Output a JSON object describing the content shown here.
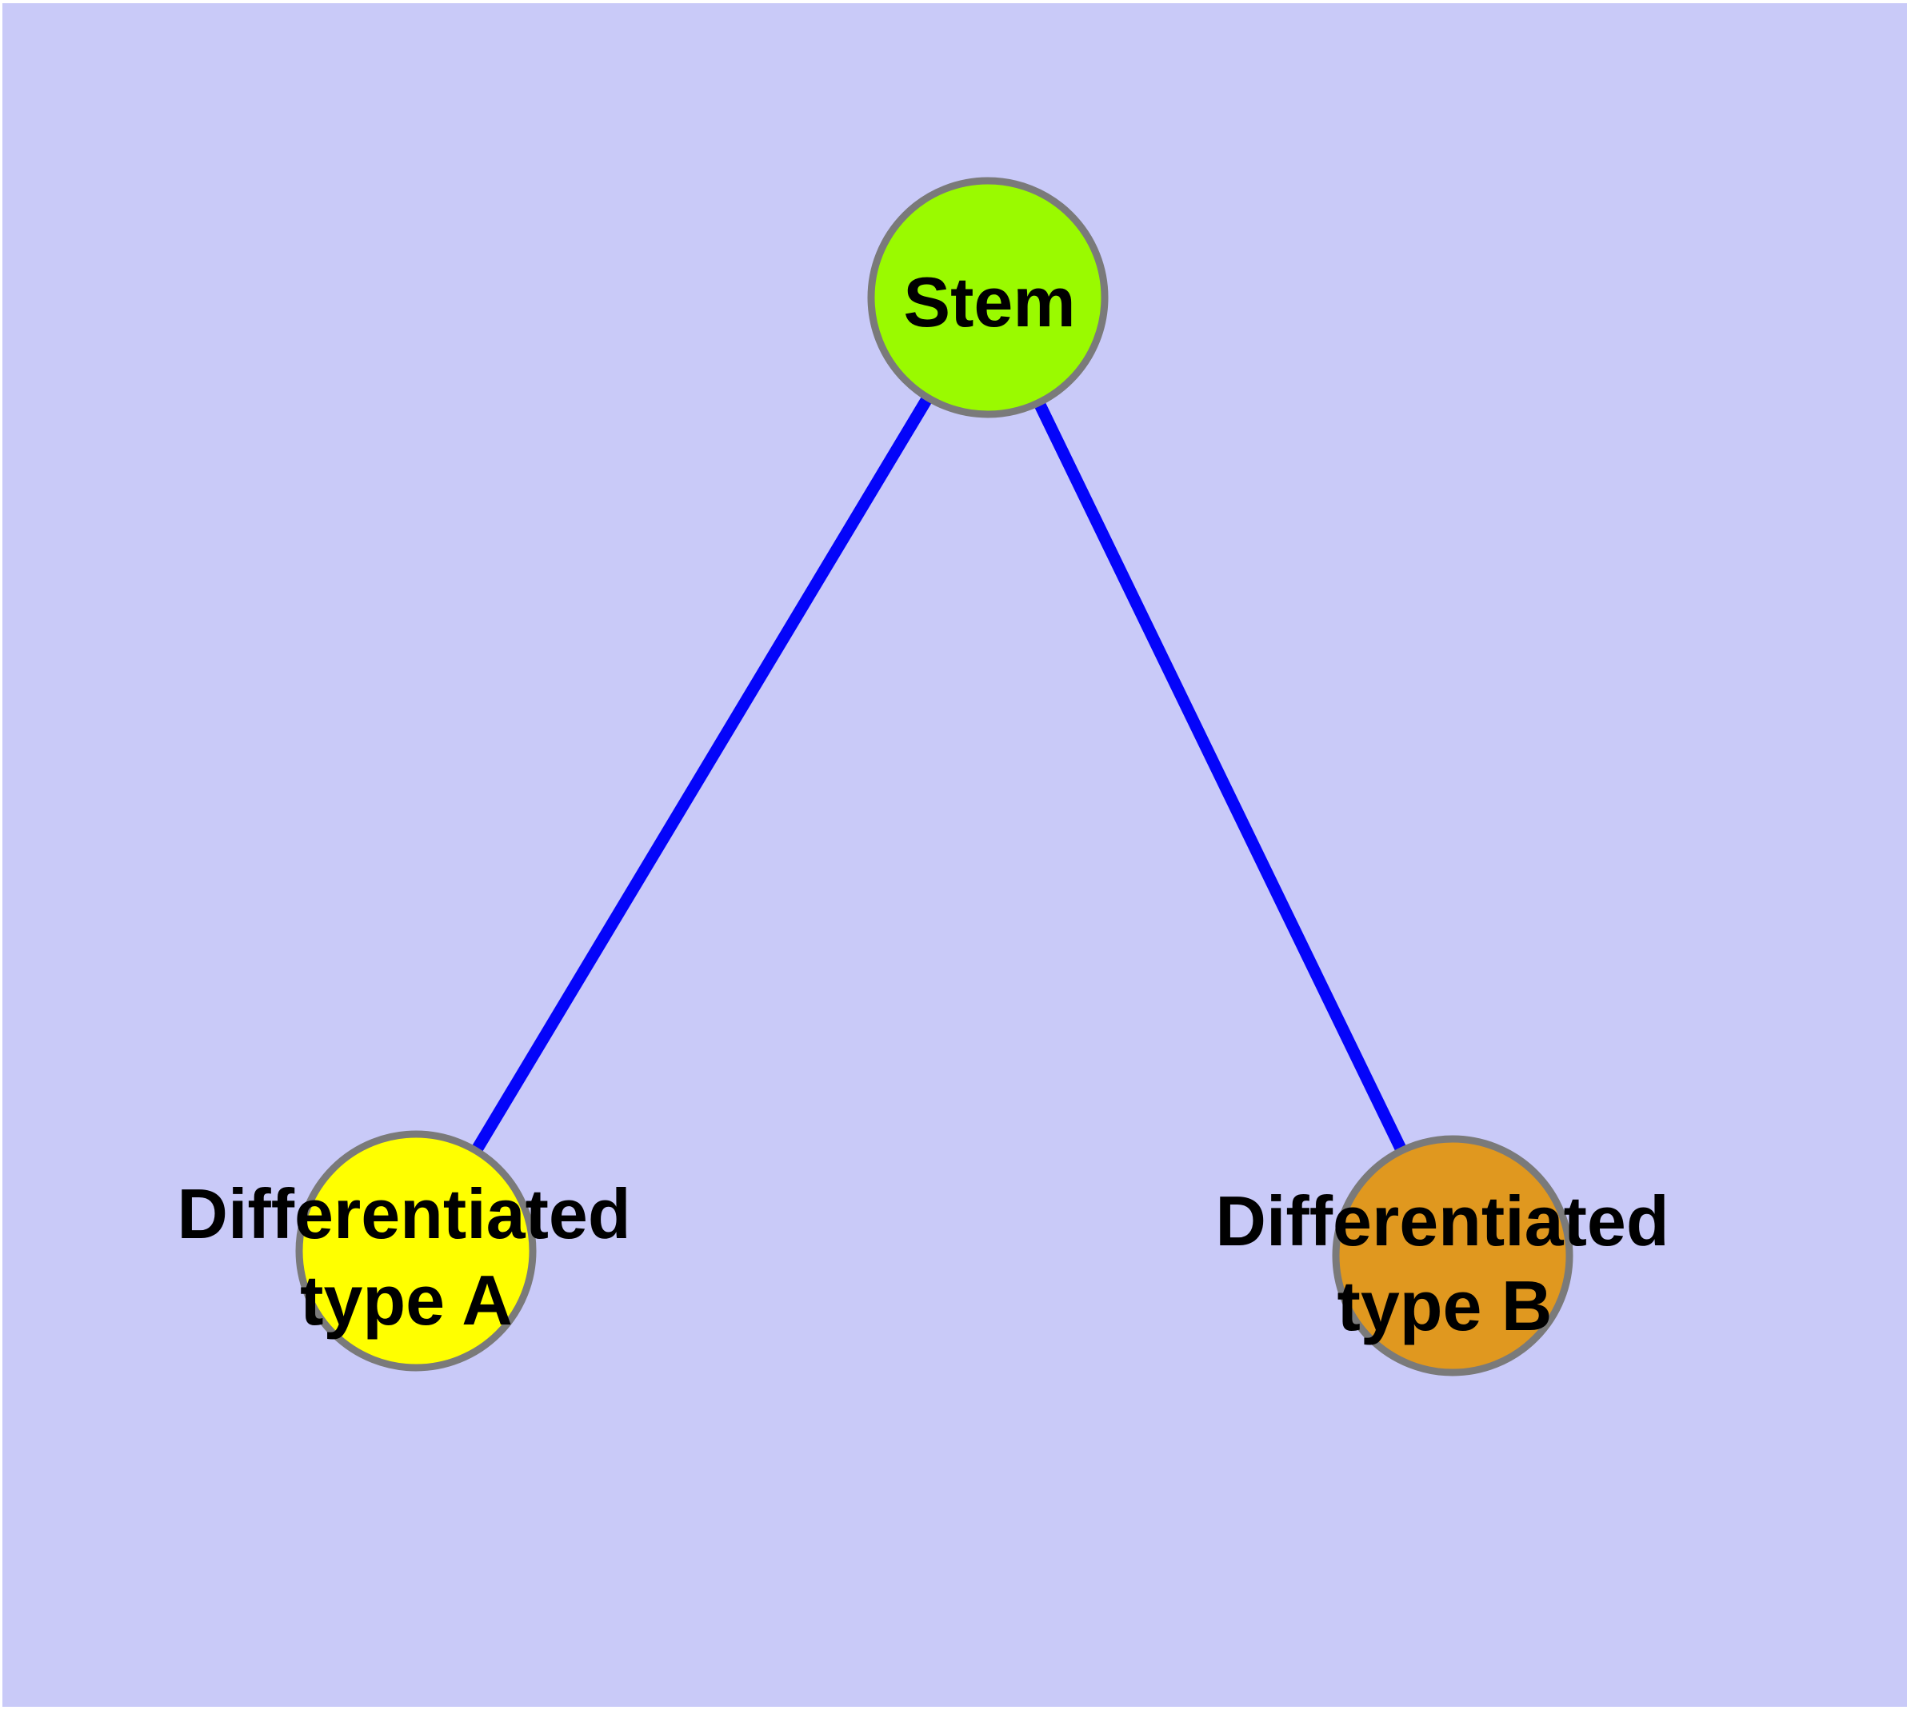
{
  "diagram": {
    "colors": {
      "background": "#C9CAF8",
      "frame": "#FFFFFF",
      "edge": "#0404FA",
      "node_border": "#7A7A7A",
      "label_text": "#000000"
    },
    "nodes": [
      {
        "id": "stem",
        "label": "Stem",
        "fill": "#9AFA00"
      },
      {
        "id": "differentiated-type-a",
        "label": "Differentiated type A",
        "line1": "Differentiated",
        "line2": "type A",
        "fill": "#FFFF00"
      },
      {
        "id": "differentiated-type-b",
        "label": "Differentiated type B",
        "line1": "Differentiated",
        "line2": "type B",
        "fill": "#E0981F"
      }
    ],
    "edges": [
      {
        "from": "Stem",
        "to": "Differentiated type A"
      },
      {
        "from": "Stem",
        "to": "Differentiated type B"
      }
    ]
  }
}
